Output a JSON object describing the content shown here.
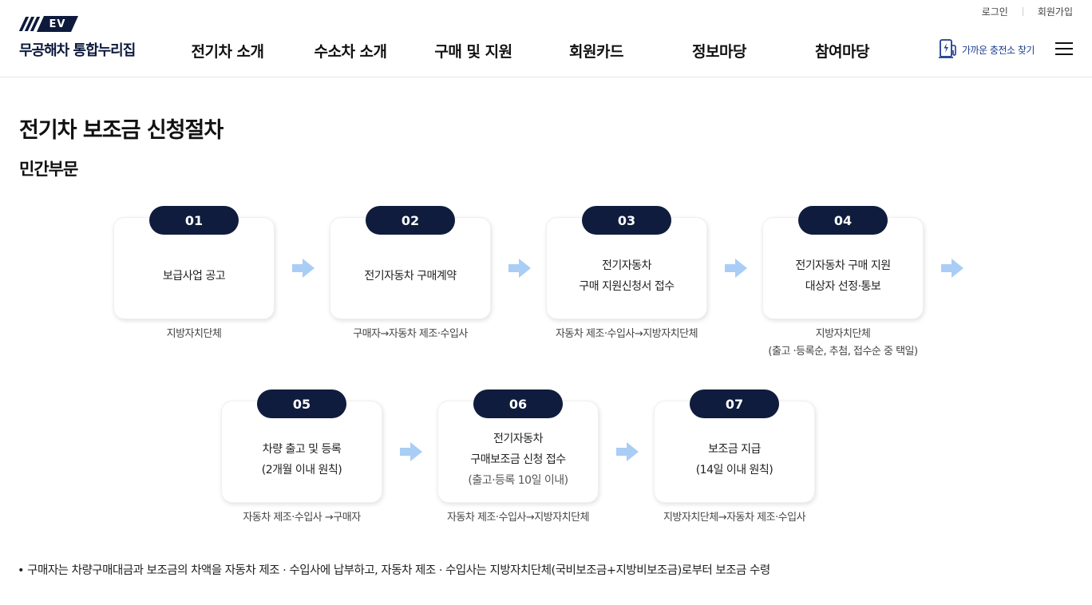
{
  "header": {
    "util_links": [
      "로그인",
      "회원가입"
    ],
    "logo_badge": "EV",
    "logo_text": "무공해차 통합누리집",
    "nav": [
      "전기차 소개",
      "수소차 소개",
      "구매 및 지원",
      "회원카드",
      "정보마당",
      "참여마당"
    ],
    "charger_label": "가까운 충전소 찾기",
    "menu_icon": "hamburger-menu-icon"
  },
  "main": {
    "title": "전기차 보조금 신청절차",
    "section_title": "민간부문",
    "steps": [
      {
        "num": "01",
        "lines": [
          "보급사업 공고"
        ],
        "caption": [
          "지방자치단체"
        ]
      },
      {
        "num": "02",
        "lines": [
          "전기자동차 구매계약"
        ],
        "caption": [
          "구매자→자동차 제조·수입사"
        ]
      },
      {
        "num": "03",
        "lines": [
          "전기자동차",
          "구매 지원신청서 접수"
        ],
        "caption": [
          "자동차 제조·수입사→지방자치단체"
        ]
      },
      {
        "num": "04",
        "lines": [
          "전기자동차 구매 지원",
          "대상자 선정·통보"
        ],
        "caption": [
          "지방자치단체",
          "(출고 ·등록순, 추첨, 접수순 중 택일)"
        ]
      },
      {
        "num": "05",
        "lines": [
          "차량 출고 및 등록",
          "(2개월 이내 원칙)"
        ],
        "caption": [
          "자동차 제조·수입사 →구매자"
        ]
      },
      {
        "num": "06",
        "lines": [
          "전기자동차",
          "구매보조금 신청 접수"
        ],
        "sub": "(출고·등록 10일 이내)",
        "caption": [
          "자동차 제조·수입사→지방자치단체"
        ]
      },
      {
        "num": "07",
        "lines": [
          "보조금 지급",
          "(14일 이내 원칙)"
        ],
        "caption": [
          "지방자치단체→자동차 제조·수입사"
        ]
      }
    ],
    "note": "• 구매자는 차량구매대금과 보조금의 차액을 자동차 제조 · 수입사에 납부하고, 자동차 제조 · 수입사는 지방자치단체(국비보조금+지방비보조금)로부터 보조금 수령"
  },
  "colors": {
    "badge": "#0f1c3d",
    "arrow": "#a9cdf5",
    "accent": "#1d3d8f"
  }
}
